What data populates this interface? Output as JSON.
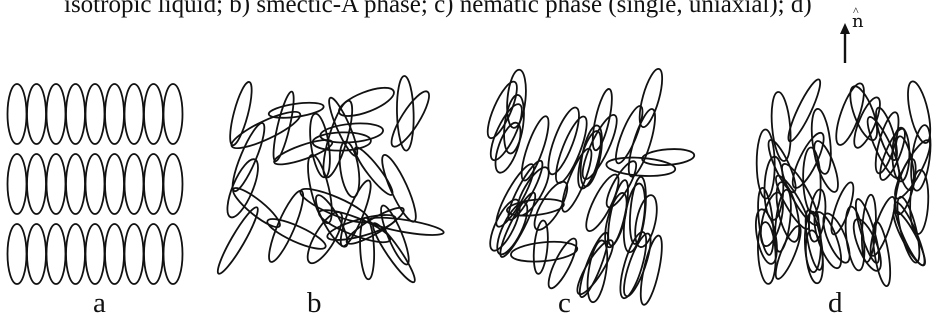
{
  "caption": {
    "text": "isotropic liquid; b) smectic-A phase; c) nematic phase (single, uniaxial); d)"
  },
  "panels": [
    {
      "id": "a",
      "label": "a",
      "arrangement": "ordered-layers"
    },
    {
      "id": "b",
      "label": "b",
      "arrangement": "random"
    },
    {
      "id": "c",
      "label": "c",
      "arrangement": "nematic"
    },
    {
      "id": "d",
      "label": "d",
      "arrangement": "aligned-with-director"
    }
  ],
  "director": {
    "label": "n",
    "hat": "^",
    "icon": "up-arrow-icon"
  },
  "colors": {
    "ink": "#111111",
    "background": "#ffffff"
  }
}
